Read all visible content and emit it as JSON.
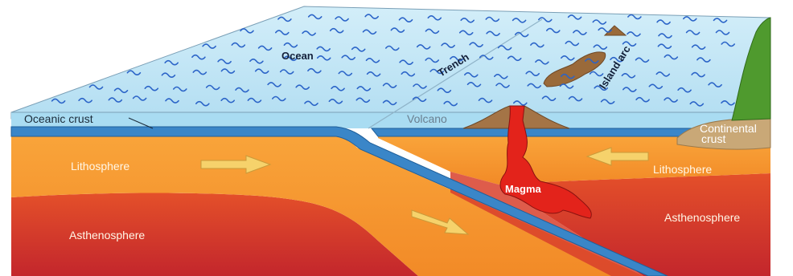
{
  "diagram": {
    "labels": {
      "ocean": "Ocean",
      "trench": "Trench",
      "island_arc": "Island arc",
      "oceanic_crust": "Oceanic crust",
      "volcano": "Volcano",
      "continental_crust_line1": "Continental",
      "continental_crust_line2": "crust",
      "lithosphere_left": "Lithosphere",
      "lithosphere_right": "Lithosphere",
      "magma": "Magma",
      "asthenosphere_left": "Asthenosphere",
      "asthenosphere_right": "Asthenosphere"
    },
    "colors": {
      "ocean_top": "#bfe6f7",
      "ocean_side": "#a9dcf2",
      "oceanic_crust": "#3a86c8",
      "lithosphere": "#f7922a",
      "asthenosphere": "#d7322a",
      "magma": "#e3231b",
      "island": "#9a6a3a",
      "continent": "#c9a877",
      "forest": "#4f9a2e",
      "arrow": "#f6d26b"
    }
  }
}
